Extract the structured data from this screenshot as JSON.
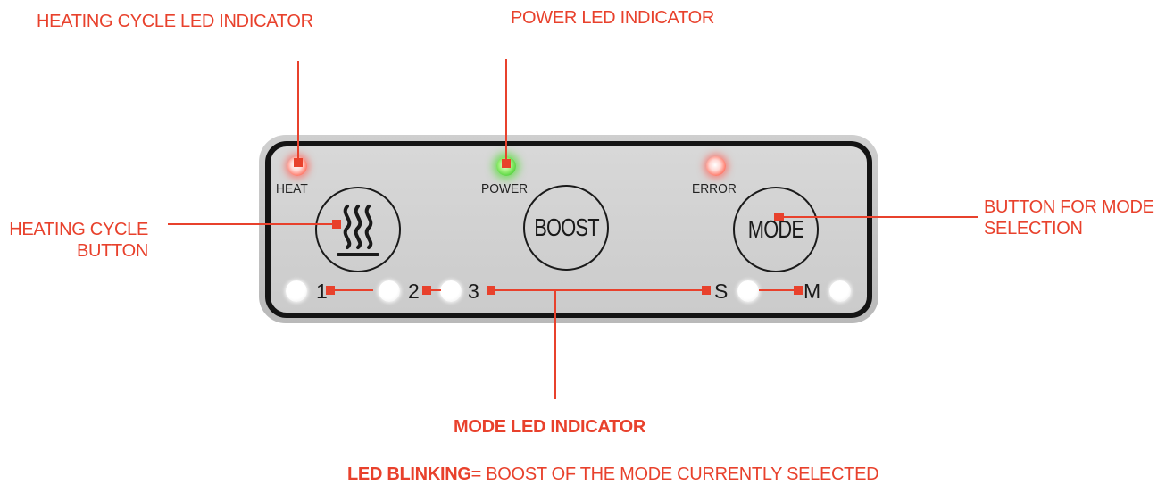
{
  "callouts": {
    "heating_led": "HEATING CYCLE LED INDICATOR",
    "power_led": "POWER LED INDICATOR",
    "heating_button_line1": "HEATING CYCLE",
    "heating_button_line2": "BUTTON",
    "mode_button_line1": "BUTTON FOR MODE",
    "mode_button_line2": "SELECTION",
    "mode_led": "MODE LED INDICATOR",
    "blinking_bold": "LED BLINKING",
    "blinking_rest": "= BOOST OF THE MODE CURRENTLY SELECTED"
  },
  "panel": {
    "heat_label": "HEAT",
    "power_label": "POWER",
    "error_label": "ERROR",
    "boost_label": "BOOST",
    "mode_label": "MODE",
    "mode_numbers": [
      "1",
      "2",
      "3",
      "S",
      "M"
    ]
  },
  "colors": {
    "accent": "#e8412c",
    "heat_led": "#ff7a6a",
    "power_led": "#4fd23a",
    "error_led": "#ff7a6a",
    "mode_leds": "#ffffff"
  },
  "icons": {
    "heat_button": "heat-waves-icon"
  }
}
